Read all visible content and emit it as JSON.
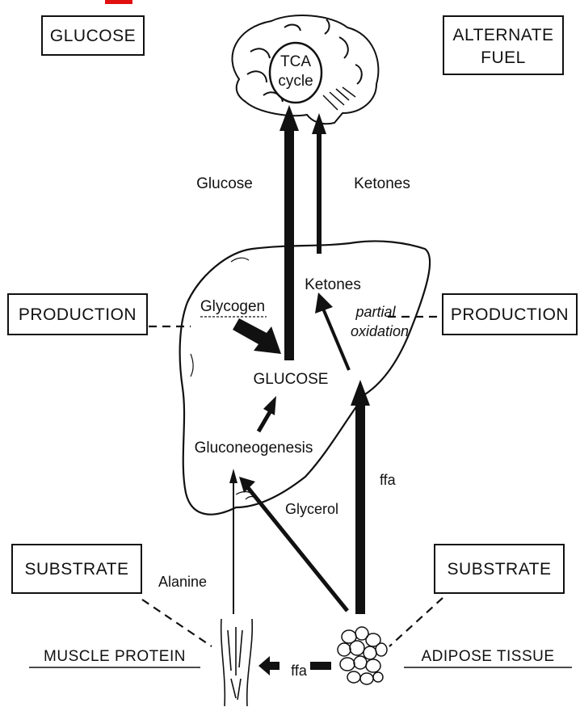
{
  "boxes": {
    "glucose": "GLUCOSE",
    "alternate_fuel_line1": "ALTERNATE",
    "alternate_fuel_line2": "FUEL",
    "production_left": "PRODUCTION",
    "production_right": "PRODUCTION",
    "substrate_left": "SUBSTRATE",
    "substrate_right": "SUBSTRATE"
  },
  "brain": {
    "tca_line1": "TCA",
    "tca_line2": "cycle"
  },
  "labels": {
    "glucose_flow": "Glucose",
    "ketones_flow": "Ketones",
    "ketones_liver": "Ketones",
    "partial_line1": "partial",
    "partial_line2": "oxidation",
    "glycogen": "Glycogen",
    "glucose_liver": "GLUCOSE",
    "gluconeogenesis": "Gluconeogenesis",
    "glycerol": "Glycerol",
    "ffa_vertical": "ffa",
    "alanine": "Alanine",
    "ffa_horizontal": "ffa",
    "muscle_protein": "MUSCLE PROTEIN",
    "adipose_tissue": "ADIPOSE TISSUE"
  }
}
